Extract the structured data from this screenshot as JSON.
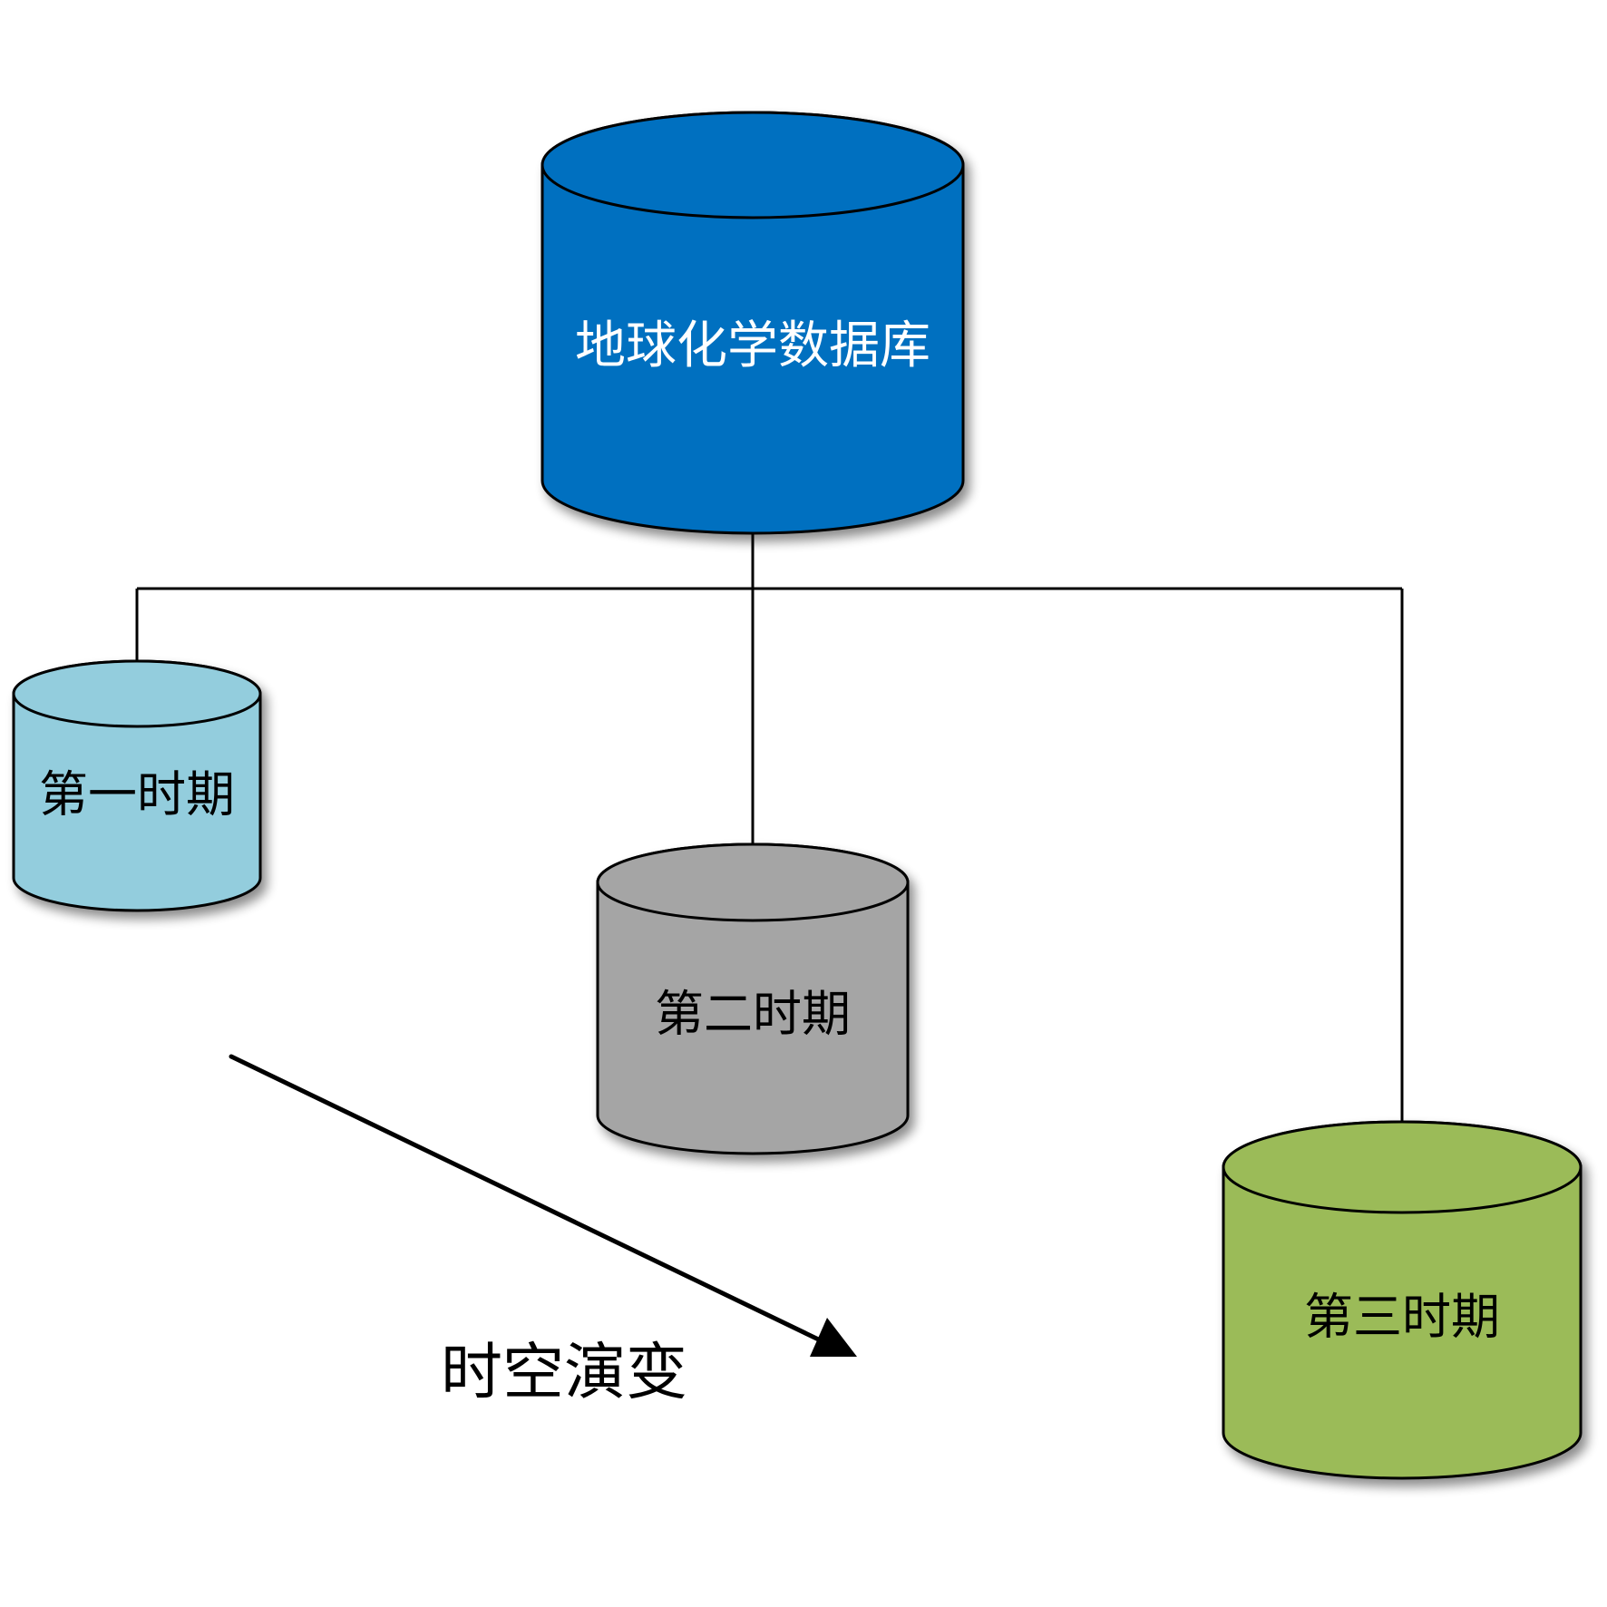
{
  "diagram": {
    "type": "hierarchy",
    "root": {
      "id": "geochem-db",
      "label": "地球化学数据库",
      "shape": "cylinder",
      "fill": "#0070C0",
      "text_color": "#FFFFFF"
    },
    "children": [
      {
        "id": "period-1",
        "label": "第一时期",
        "shape": "cylinder",
        "fill": "#93CDDD",
        "text_color": "#000000"
      },
      {
        "id": "period-2",
        "label": "第二时期",
        "shape": "cylinder",
        "fill": "#A5A5A5",
        "text_color": "#000000"
      },
      {
        "id": "period-3",
        "label": "第三时期",
        "shape": "cylinder",
        "fill": "#9BBB59",
        "text_color": "#000000"
      }
    ],
    "edges": [
      {
        "from": "geochem-db",
        "to": "period-1"
      },
      {
        "from": "geochem-db",
        "to": "period-2"
      },
      {
        "from": "geochem-db",
        "to": "period-3"
      }
    ],
    "arrow": {
      "label": "时空演变",
      "direction": "down-right",
      "color": "#000000"
    },
    "stroke_color": "#000000"
  }
}
